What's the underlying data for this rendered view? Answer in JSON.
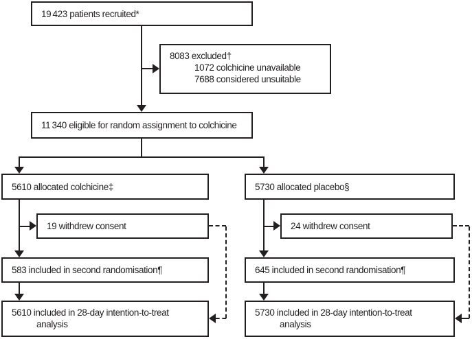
{
  "colors": {
    "line": "#231f20",
    "text": "#231f20",
    "background": "#ffffff"
  },
  "flowchart": {
    "recruited": "19 423 patients recruited*",
    "excluded": {
      "title": "8083 excluded†",
      "reasons": [
        "1072 colchicine unavailable",
        "7688 considered unsuitable"
      ]
    },
    "eligible": "11 340 eligible for random assignment to colchicine",
    "colchicine_arm": {
      "allocated": "5610 allocated colchicine‡",
      "withdrew": "19 withdrew consent",
      "second_randomisation": "583 included in second randomisation¶",
      "itt_line1": "5610 included in 28-day intention-to-treat",
      "itt_line2": "analysis"
    },
    "placebo_arm": {
      "allocated": "5730 allocated placebo§",
      "withdrew": "24 withdrew consent",
      "second_randomisation": "645 included in second randomisation¶",
      "itt_line1": "5730 included in 28-day intention-to-treat",
      "itt_line2": "analysis"
    }
  }
}
